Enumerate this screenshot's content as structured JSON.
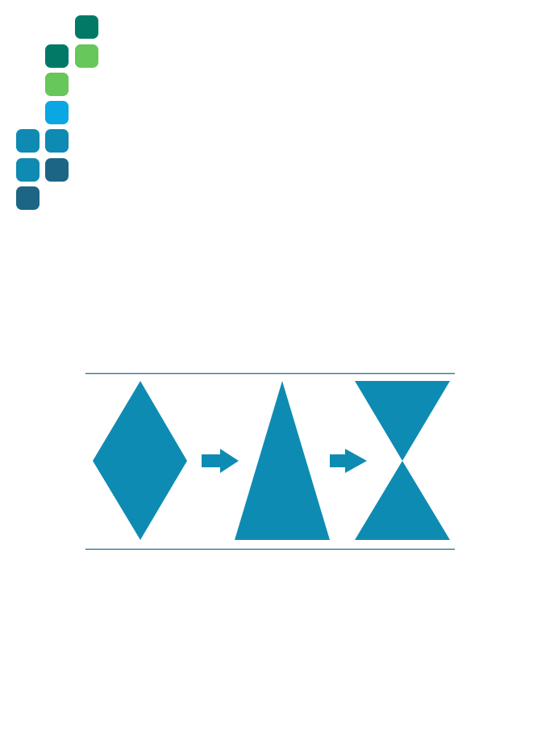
{
  "colors": {
    "teal_dark": "#007a67",
    "green_light": "#67c75a",
    "sky_blue": "#0aa7e2",
    "blue_mid": "#0f8ab2",
    "blue_dark": "#1c6585",
    "shape_fill": "#0e8bb3",
    "rule_line": "#1b6a8c",
    "background": "#ffffff"
  },
  "logo": {
    "tiles": [
      {
        "name": "logo-tile-1",
        "color": "#007a67"
      },
      {
        "name": "logo-tile-2",
        "color": "#007a67"
      },
      {
        "name": "logo-tile-3",
        "color": "#67c75a"
      },
      {
        "name": "logo-tile-4",
        "color": "#67c75a"
      },
      {
        "name": "logo-tile-5",
        "color": "#0aa7e2"
      },
      {
        "name": "logo-tile-6",
        "color": "#0f8ab2"
      },
      {
        "name": "logo-tile-7",
        "color": "#0f8ab2"
      },
      {
        "name": "logo-tile-8",
        "color": "#0f8ab2"
      },
      {
        "name": "logo-tile-9",
        "color": "#1c6585"
      },
      {
        "name": "logo-tile-10",
        "color": "#1c6585"
      }
    ]
  },
  "diagram": {
    "shapes": [
      "diamond",
      "triangle",
      "hourglass"
    ],
    "connectors": [
      "arrow-right",
      "arrow-right"
    ]
  }
}
